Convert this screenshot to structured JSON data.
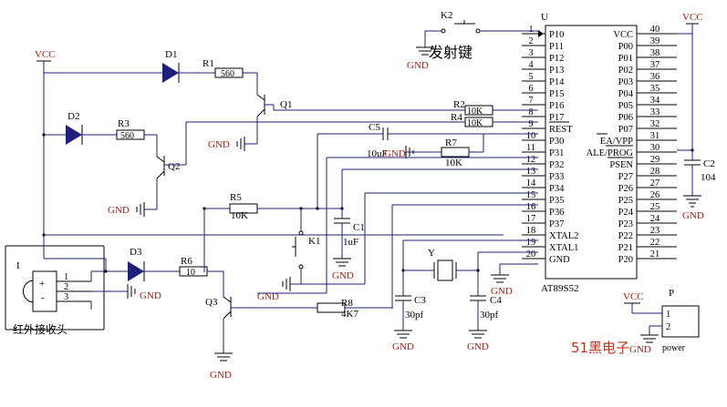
{
  "power": {
    "vcc": "VCC",
    "gnd": "GND"
  },
  "mcu": {
    "ref": "U",
    "part": "AT89S52",
    "left_pins": [
      {
        "num": "1",
        "name": "P10"
      },
      {
        "num": "2",
        "name": "P11"
      },
      {
        "num": "3",
        "name": "P12"
      },
      {
        "num": "4",
        "name": "P13"
      },
      {
        "num": "5",
        "name": "P14"
      },
      {
        "num": "6",
        "name": "P15"
      },
      {
        "num": "7",
        "name": "P16"
      },
      {
        "num": "8",
        "name": "P17"
      },
      {
        "num": "9",
        "name": "REST"
      },
      {
        "num": "10",
        "name": "P30"
      },
      {
        "num": "11",
        "name": "P31"
      },
      {
        "num": "12",
        "name": "P32"
      },
      {
        "num": "13",
        "name": "P33"
      },
      {
        "num": "14",
        "name": "P34"
      },
      {
        "num": "15",
        "name": "P35"
      },
      {
        "num": "16",
        "name": "P36"
      },
      {
        "num": "17",
        "name": "P37"
      },
      {
        "num": "18",
        "name": "XTAL2"
      },
      {
        "num": "19",
        "name": "XTAL1"
      },
      {
        "num": "20",
        "name": "GND"
      }
    ],
    "right_pins": [
      {
        "num": "40",
        "name": "VCC"
      },
      {
        "num": "39",
        "name": "P00"
      },
      {
        "num": "38",
        "name": "P01"
      },
      {
        "num": "37",
        "name": "P02"
      },
      {
        "num": "36",
        "name": "P03"
      },
      {
        "num": "35",
        "name": "P04"
      },
      {
        "num": "34",
        "name": "P05"
      },
      {
        "num": "33",
        "name": "P06"
      },
      {
        "num": "32",
        "name": "P07"
      },
      {
        "num": "31",
        "name": "EA/VPP"
      },
      {
        "num": "30",
        "name": "ALE/PROG"
      },
      {
        "num": "29",
        "name": "PSEN"
      },
      {
        "num": "28",
        "name": "P27"
      },
      {
        "num": "27",
        "name": "P26"
      },
      {
        "num": "26",
        "name": "P25"
      },
      {
        "num": "25",
        "name": "P24"
      },
      {
        "num": "24",
        "name": "P23"
      },
      {
        "num": "23",
        "name": "P22"
      },
      {
        "num": "22",
        "name": "P21"
      },
      {
        "num": "21",
        "name": "P20"
      }
    ]
  },
  "components": {
    "d1": "D1",
    "d2": "D2",
    "d3": "D3",
    "r1": {
      "ref": "R1",
      "value": "560"
    },
    "r2": {
      "ref": "R2",
      "value": "10K"
    },
    "r3": {
      "ref": "R3",
      "value": "560"
    },
    "r4": {
      "ref": "R4",
      "value": "10K"
    },
    "r5": {
      "ref": "R5",
      "value": "10K"
    },
    "r6": {
      "ref": "R6",
      "value": "10"
    },
    "r7": {
      "ref": "R7",
      "value": "10K"
    },
    "r8": {
      "ref": "R8",
      "value": "4K7"
    },
    "q1": "Q1",
    "q2": "Q2",
    "q3": "Q3",
    "c1": {
      "ref": "C1",
      "value": "1uF"
    },
    "c2": {
      "ref": "C2",
      "value": "104"
    },
    "c3": {
      "ref": "C3",
      "value": "30pf"
    },
    "c4": {
      "ref": "C4",
      "value": "30pf"
    },
    "c5": {
      "ref": "C5",
      "value": "10uF"
    },
    "k1": "K1",
    "k2": {
      "ref": "K2",
      "label": "发射键"
    },
    "xtal": "Y",
    "ir": {
      "ref": "I",
      "pins": [
        "1",
        "2",
        "3"
      ],
      "plus": "+",
      "minus": "-",
      "label": "红外接收头"
    },
    "power_conn": {
      "ref": "P",
      "pins": [
        "1",
        "2"
      ],
      "label": "power"
    }
  },
  "brand": "51黑电子"
}
